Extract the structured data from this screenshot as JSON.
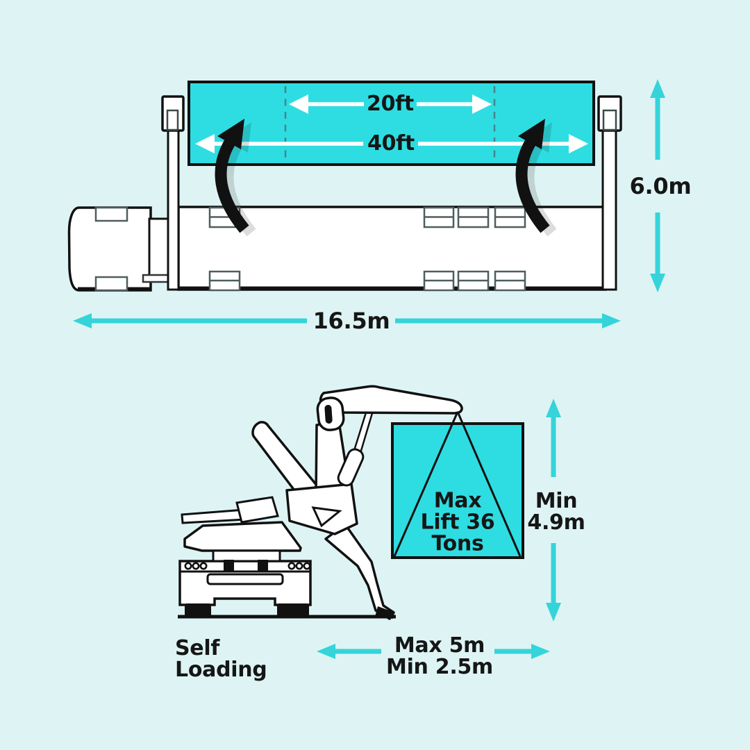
{
  "title": "Sidelifter self-loading truck dimensions infographic",
  "colors": {
    "background": "#def4f4",
    "container_fill": "#2edde2",
    "dimension_arrow_teal": "#35d4da",
    "outline_black": "#111111",
    "dashed_divider": "#43858d",
    "text": "#161616",
    "detail_gray": "#4e5d5d"
  },
  "top_diagram": {
    "description": "Top view of sidelifter truck with container lifted beside trailer",
    "container_length_inner": "20ft",
    "container_length_outer": "40ft",
    "height_dimension": "6.0m",
    "length_dimension": "16.5m"
  },
  "bottom_diagram": {
    "description": "Rear view of self-loading crane lifting container",
    "lift_lines": [
      "Max",
      "Lift 36",
      "Tons"
    ],
    "height_dim_lines": [
      "Min",
      "4.9m"
    ],
    "reach_dim_lines": [
      "Max 5m",
      "Min 2.5m"
    ],
    "caption_lines": [
      "Self",
      "Loading"
    ]
  },
  "icons": {
    "curved_lift_arrow": "black curved swing arrow with drop shadow",
    "white_span_arrow": "white double-headed measurement arrow",
    "teal_dimension_arrow": "teal dimension arrow"
  }
}
